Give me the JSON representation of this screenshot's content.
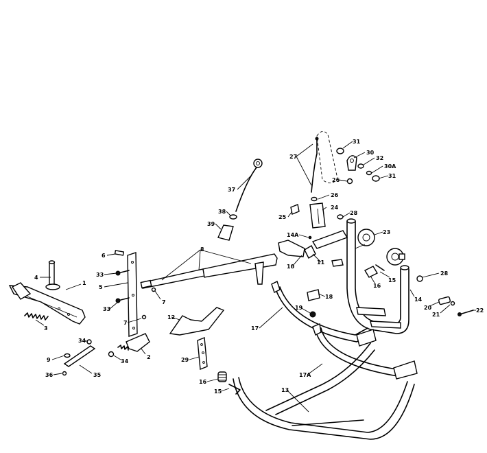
{
  "colors": {
    "ink": "#000000",
    "paper": "#ffffff"
  },
  "callouts": [
    {
      "id": "c1",
      "text": "1"
    },
    {
      "id": "c2",
      "text": "2"
    },
    {
      "id": "c3",
      "text": "3"
    },
    {
      "id": "c4",
      "text": "4"
    },
    {
      "id": "c5",
      "text": "5"
    },
    {
      "id": "c6",
      "text": "6"
    },
    {
      "id": "c7a",
      "text": "7"
    },
    {
      "id": "c7b",
      "text": "7"
    },
    {
      "id": "c8",
      "text": "8"
    },
    {
      "id": "c9",
      "text": "9"
    },
    {
      "id": "c10",
      "text": "10"
    },
    {
      "id": "c11",
      "text": "11"
    },
    {
      "id": "c12",
      "text": "12"
    },
    {
      "id": "c13",
      "text": "13"
    },
    {
      "id": "c14",
      "text": "14"
    },
    {
      "id": "c14a",
      "text": "14A"
    },
    {
      "id": "c15a",
      "text": "15"
    },
    {
      "id": "c15b",
      "text": "15"
    },
    {
      "id": "c16a",
      "text": "16"
    },
    {
      "id": "c16b",
      "text": "16"
    },
    {
      "id": "c17",
      "text": "17"
    },
    {
      "id": "c17a",
      "text": "17A"
    },
    {
      "id": "c18",
      "text": "18"
    },
    {
      "id": "c19",
      "text": "19"
    },
    {
      "id": "c20",
      "text": "20"
    },
    {
      "id": "c21",
      "text": "21"
    },
    {
      "id": "c22",
      "text": "22"
    },
    {
      "id": "c23",
      "text": "23"
    },
    {
      "id": "c24",
      "text": "24"
    },
    {
      "id": "c25",
      "text": "25"
    },
    {
      "id": "c26a",
      "text": "26"
    },
    {
      "id": "c26b",
      "text": "26"
    },
    {
      "id": "c27",
      "text": "27"
    },
    {
      "id": "c28a",
      "text": "28"
    },
    {
      "id": "c28b",
      "text": "28"
    },
    {
      "id": "c29",
      "text": "29"
    },
    {
      "id": "c30",
      "text": "30"
    },
    {
      "id": "c30a",
      "text": "30A"
    },
    {
      "id": "c31a",
      "text": "31"
    },
    {
      "id": "c31b",
      "text": "31"
    },
    {
      "id": "c32",
      "text": "32"
    },
    {
      "id": "c33a",
      "text": "33"
    },
    {
      "id": "c33b",
      "text": "33"
    },
    {
      "id": "c34a",
      "text": "34"
    },
    {
      "id": "c34b",
      "text": "34"
    },
    {
      "id": "c35",
      "text": "35"
    },
    {
      "id": "c36",
      "text": "36"
    },
    {
      "id": "c37",
      "text": "37"
    },
    {
      "id": "c38",
      "text": "38"
    },
    {
      "id": "c39",
      "text": "39"
    }
  ]
}
